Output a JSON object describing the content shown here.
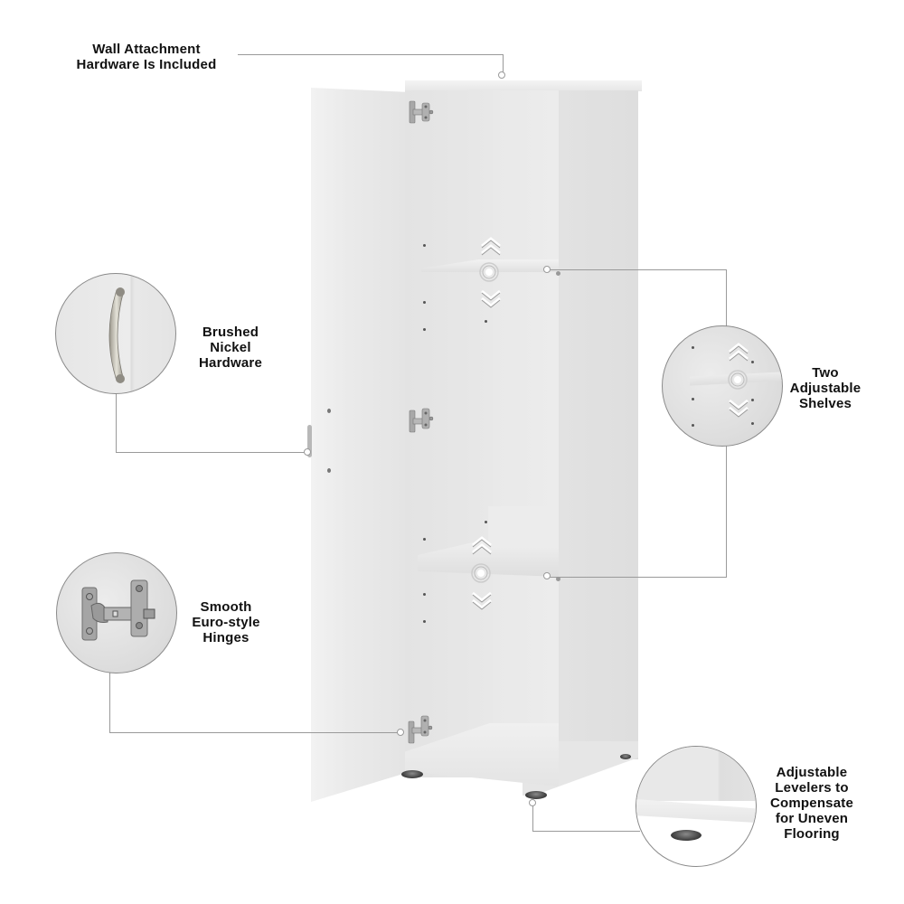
{
  "image": {
    "kind": "product feature callout diagram",
    "subject": "tall white single-door storage cabinet, door open"
  },
  "callouts": [
    {
      "id": "wall-attachment",
      "lines": [
        "Wall Attachment",
        "Hardware Is Included"
      ]
    },
    {
      "id": "brushed-nickel",
      "lines": [
        "Brushed",
        "Nickel",
        "Hardware"
      ]
    },
    {
      "id": "euro-hinges",
      "lines": [
        "Smooth",
        "Euro-style",
        "Hinges"
      ]
    },
    {
      "id": "adjustable-shelves",
      "lines": [
        "Two",
        "Adjustable",
        "Shelves"
      ]
    },
    {
      "id": "levelers",
      "lines": [
        "Adjustable",
        "Levelers to",
        "Compensate",
        "for Uneven",
        "Flooring"
      ]
    }
  ],
  "colors": {
    "background": "#ffffff",
    "cabinet": "#e4e4e4",
    "cabinet_shadow": "#d6d6d6",
    "leader_line": "#9a9a9a",
    "text": "#111111"
  }
}
